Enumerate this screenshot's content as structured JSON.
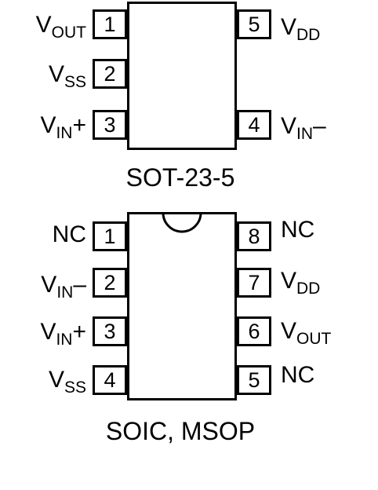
{
  "sot23": {
    "caption": "SOT-23-5",
    "pins": [
      {
        "num": "1",
        "name": "V",
        "sub": "OUT",
        "suffix": ""
      },
      {
        "num": "2",
        "name": "V",
        "sub": "SS",
        "suffix": ""
      },
      {
        "num": "3",
        "name": "V",
        "sub": "IN",
        "suffix": "+"
      },
      {
        "num": "4",
        "name": "V",
        "sub": "IN",
        "suffix": "–"
      },
      {
        "num": "5",
        "name": "V",
        "sub": "DD",
        "suffix": ""
      }
    ]
  },
  "soic": {
    "caption": "SOIC, MSOP",
    "pins": [
      {
        "num": "1",
        "name": "NC",
        "sub": "",
        "suffix": ""
      },
      {
        "num": "2",
        "name": "V",
        "sub": "IN",
        "suffix": "–"
      },
      {
        "num": "3",
        "name": "V",
        "sub": "IN",
        "suffix": "+"
      },
      {
        "num": "4",
        "name": "V",
        "sub": "SS",
        "suffix": ""
      },
      {
        "num": "5",
        "name": "NC",
        "sub": "",
        "suffix": ""
      },
      {
        "num": "6",
        "name": "V",
        "sub": "OUT",
        "suffix": ""
      },
      {
        "num": "7",
        "name": "V",
        "sub": "DD",
        "suffix": ""
      },
      {
        "num": "8",
        "name": "NC",
        "sub": "",
        "suffix": ""
      }
    ]
  }
}
